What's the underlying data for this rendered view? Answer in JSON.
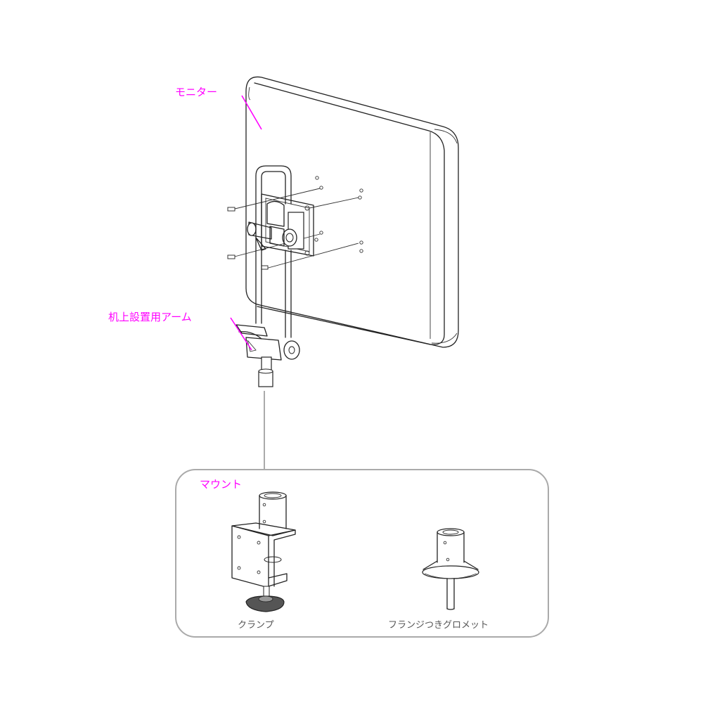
{
  "labels": {
    "monitor": "モニター",
    "desk_arm": "机上設置用アーム",
    "mount": "マウント",
    "clamp": "クランプ",
    "grommet": "フランジつきグロメット"
  },
  "colors": {
    "callout": "#ff00ff",
    "line": "#222222",
    "panel_border": "#aaaaaa",
    "caption": "#555555"
  }
}
